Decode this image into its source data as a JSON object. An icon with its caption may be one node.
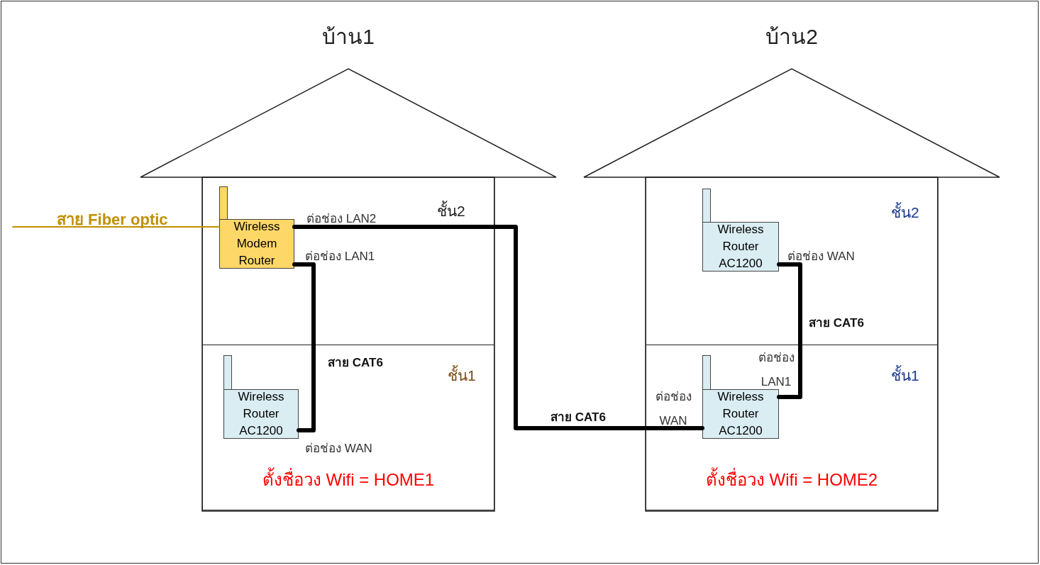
{
  "diagram": {
    "nodes": [
      {
        "text": [
          "บ้าน1"
        ]
      },
      {
        "text": [
          "ชั้น2"
        ],
        "in": 0
      },
      {
        "text": [
          "Wireless Modem Router"
        ],
        "in": 1
      },
      {
        "text": [
          "ชั้น1",
          "ตั้งชื่อวง Wifi = HOME1"
        ],
        "in": 0
      },
      {
        "text": [
          "Wireless Router AC1200"
        ],
        "in": 3
      },
      {
        "text": [
          "บ้าน2"
        ]
      },
      {
        "text": [
          "ชั้น2"
        ],
        "in": 5
      },
      {
        "text": [
          "Wireless Router AC1200"
        ],
        "in": 6
      },
      {
        "text": [
          "ชั้น1",
          "ตั้งชื่อวง Wifi = HOME2"
        ],
        "in": 5
      },
      {
        "text": [
          "Wireless Router AC1200"
        ],
        "in": 8
      }
    ],
    "edges": [
      {
        "from": null,
        "to": 2,
        "arrow": "none",
        "label": "สาย Fiber optic",
        "color": "#c09000"
      },
      {
        "from": 2,
        "to": 4,
        "arrow": "none",
        "label": "สาย CAT6"
      },
      {
        "from": 2,
        "to": 9,
        "arrow": "none",
        "label": "สาย CAT6"
      },
      {
        "from": 9,
        "to": 7,
        "arrow": "none",
        "label": "สาย CAT6"
      }
    ],
    "labels": [
      "ต่อช่อง LAN2",
      "ต่อช่อง LAN1",
      "ต่อช่อง WAN",
      "ต่อช่อง LAN1",
      "ต่อช่อง WAN",
      "ต่อช่อง WAN"
    ]
  }
}
